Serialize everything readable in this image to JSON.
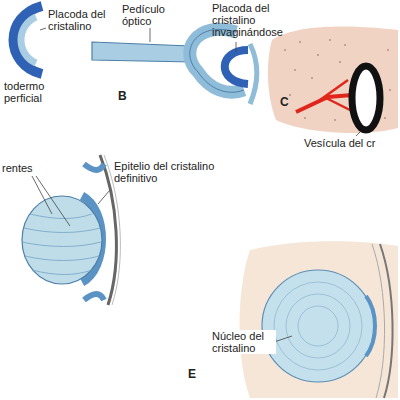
{
  "diagram": {
    "labels": [
      "Placoda del cristalino",
      "Pedículo óptico",
      "Placoda del cristalino invaginándose",
      "todermo perficial",
      "B",
      "C",
      "Vesícula del cr",
      "rentes",
      "Epitelio del cristalino definitivo",
      "Núcleo del cristalino",
      "E"
    ]
  }
}
